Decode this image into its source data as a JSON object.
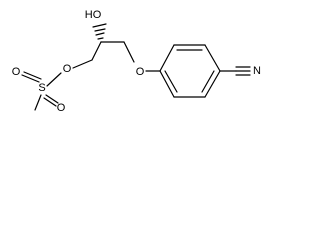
{
  "molecule": {
    "atoms": {
      "hydroxyl": "HO",
      "ether_oxygen": "O",
      "ester_oxygen": "O",
      "sulfur": "S",
      "sulfonyl_oxygen_left": "O",
      "sulfonyl_oxygen_bottom": "O",
      "nitrile_nitrogen": "N"
    }
  }
}
